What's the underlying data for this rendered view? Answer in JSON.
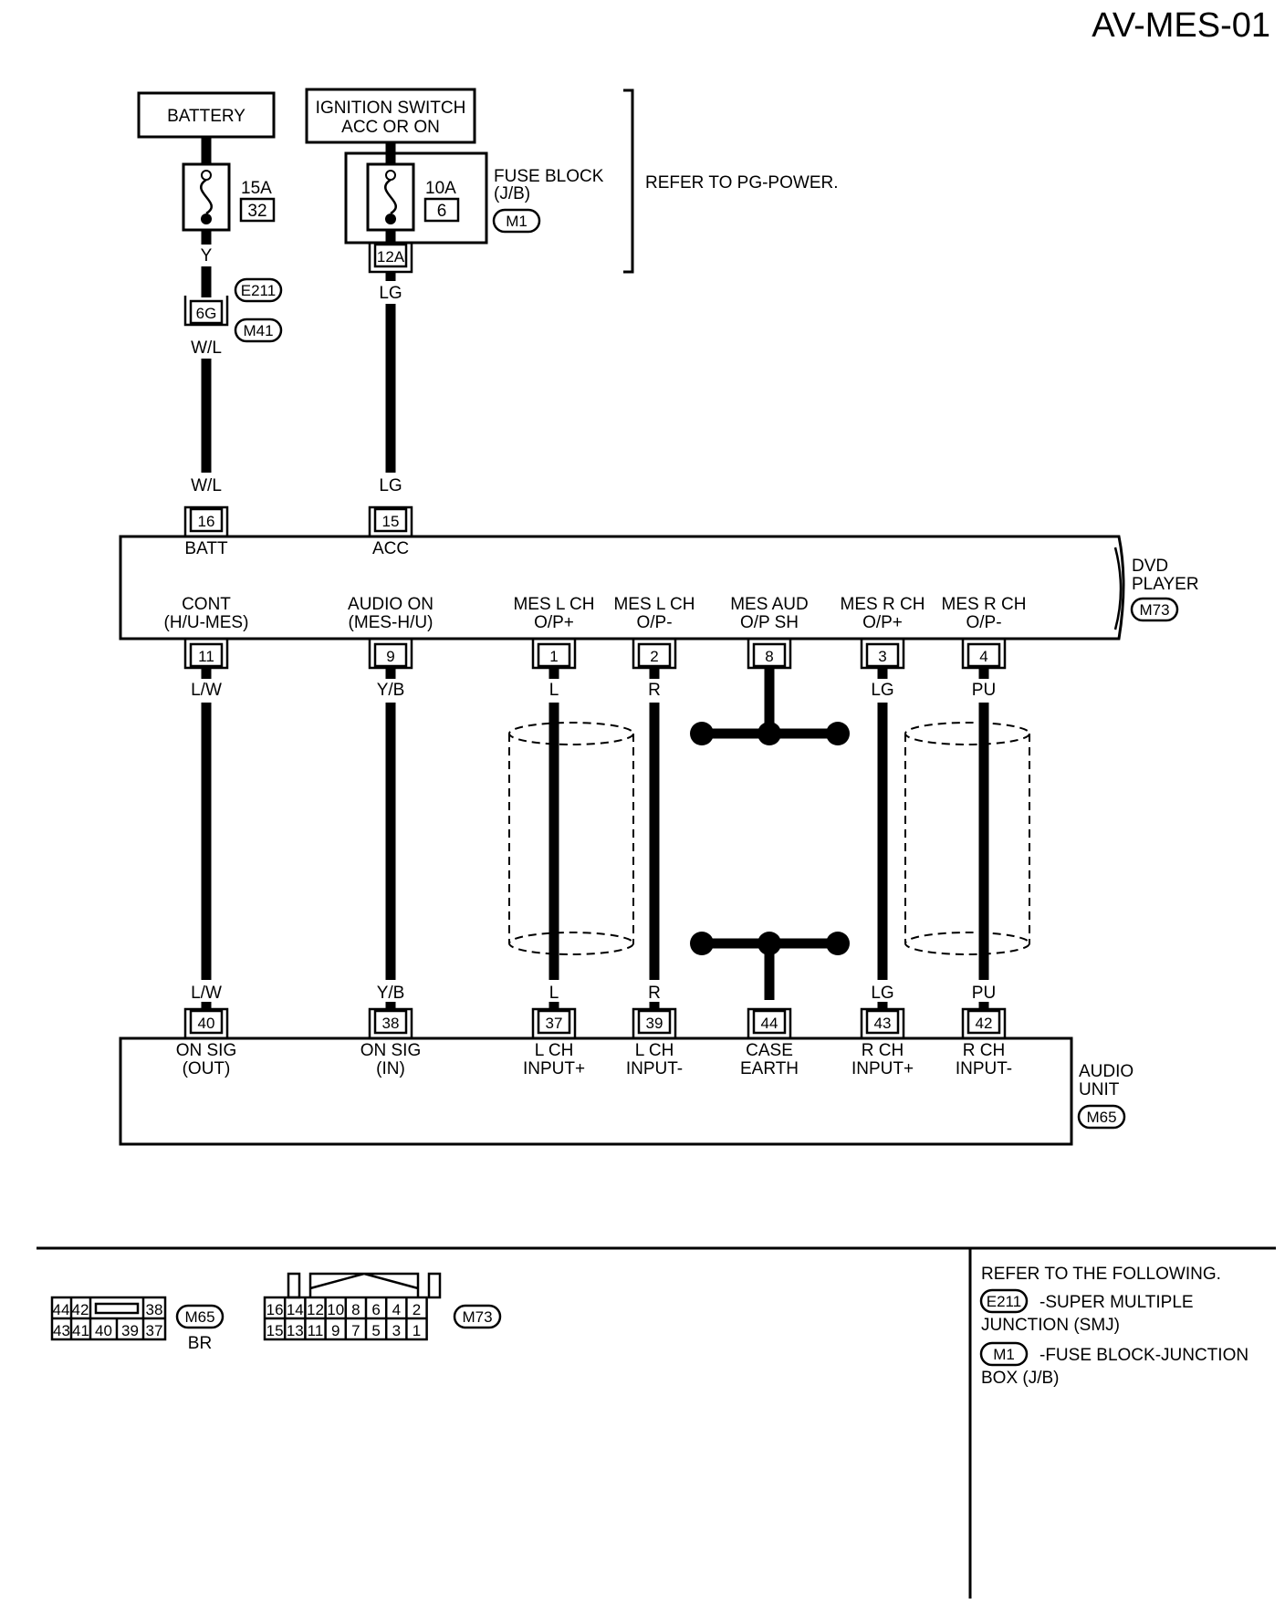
{
  "title": "AV-MES-01",
  "power": {
    "battery": {
      "label": "BATTERY",
      "fuse_amp": "15A",
      "fuse_no": "32",
      "wire_color": "Y"
    },
    "ignition": {
      "label_line1": "IGNITION SWITCH",
      "label_line2": "ACC OR ON",
      "fuse_amp": "10A",
      "fuse_no": "6",
      "terminal": "12A",
      "wire_color": "LG"
    },
    "fuse_block": {
      "label_line1": "FUSE BLOCK",
      "label_line2": "(J/B)",
      "connector": "M1"
    },
    "refer_note": "REFER TO PG-POWER.",
    "junction": {
      "terminal": "6G",
      "connector_top": "E211",
      "connector_bottom": "M41",
      "wire_color_below": "W/L"
    }
  },
  "dvd_player": {
    "name_line1": "DVD",
    "name_line2": "PLAYER",
    "connector": "M73",
    "top_pins": [
      {
        "pin": "16",
        "name": "BATT",
        "wire": "W/L"
      },
      {
        "pin": "15",
        "name": "ACC",
        "wire": "LG"
      }
    ],
    "bottom_pins": [
      {
        "pin": "11",
        "name1": "CONT",
        "name2": "(H/U-MES)",
        "wire": "L/W"
      },
      {
        "pin": "9",
        "name1": "AUDIO ON",
        "name2": "(MES-H/U)",
        "wire": "Y/B"
      },
      {
        "pin": "1",
        "name1": "MES L CH",
        "name2": "O/P+",
        "wire": "L"
      },
      {
        "pin": "2",
        "name1": "MES L CH",
        "name2": "O/P-",
        "wire": "R"
      },
      {
        "pin": "8",
        "name1": "MES AUD",
        "name2": "O/P SH",
        "wire": ""
      },
      {
        "pin": "3",
        "name1": "MES R CH",
        "name2": "O/P+",
        "wire": "LG"
      },
      {
        "pin": "4",
        "name1": "MES R CH",
        "name2": "O/P-",
        "wire": "PU"
      }
    ]
  },
  "audio_unit": {
    "name_line1": "AUDIO",
    "name_line2": "UNIT",
    "connector": "M65",
    "pins": [
      {
        "pin": "40",
        "name1": "ON SIG",
        "name2": "(OUT)",
        "wire": "L/W"
      },
      {
        "pin": "38",
        "name1": "ON SIG",
        "name2": "(IN)",
        "wire": "Y/B"
      },
      {
        "pin": "37",
        "name1": "L CH",
        "name2": "INPUT+",
        "wire": "L"
      },
      {
        "pin": "39",
        "name1": "L CH",
        "name2": "INPUT-",
        "wire": "R"
      },
      {
        "pin": "44",
        "name1": "CASE",
        "name2": "EARTH",
        "wire": ""
      },
      {
        "pin": "43",
        "name1": "R CH",
        "name2": "INPUT+",
        "wire": "LG"
      },
      {
        "pin": "42",
        "name1": "R CH",
        "name2": "INPUT-",
        "wire": "PU"
      }
    ]
  },
  "connector_views": {
    "m65": {
      "id": "M65",
      "color": "BR",
      "top": [
        "44",
        "42",
        "38"
      ],
      "bottom": [
        "43",
        "41",
        "40",
        "39",
        "37"
      ]
    },
    "m73": {
      "id": "M73",
      "top": [
        "16",
        "14",
        "12",
        "10",
        "8",
        "6",
        "4",
        "2"
      ],
      "bottom": [
        "15",
        "13",
        "11",
        "9",
        "7",
        "5",
        "3",
        "1"
      ]
    }
  },
  "legend": {
    "heading": "REFER TO THE FOLLOWING.",
    "items": [
      {
        "code": "E211",
        "text1": "-SUPER MULTIPLE",
        "text2": "JUNCTION (SMJ)"
      },
      {
        "code": "M1",
        "text1": "-FUSE BLOCK-JUNCTION",
        "text2": "BOX (J/B)"
      }
    ]
  }
}
